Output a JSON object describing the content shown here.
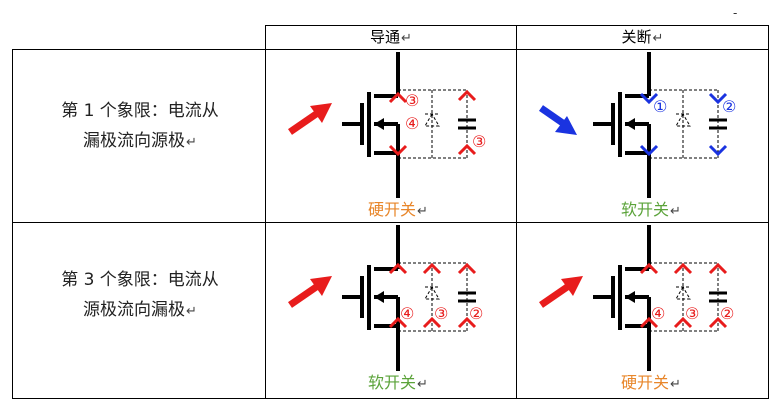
{
  "corner_mark": "-",
  "header": {
    "on": "导通",
    "off": "关断",
    "return_mark": "↵"
  },
  "rows": [
    {
      "label_line1": "第 1 个象限：电流从",
      "label_line2": "漏极流向源极",
      "on_caption": "硬开关",
      "off_caption": "软开关",
      "on_marks": [
        "③",
        "④",
        "③"
      ],
      "off_marks": [
        "①",
        "②"
      ]
    },
    {
      "label_line1": "第 3 个象限：电流从",
      "label_line2": "源极流向漏极",
      "on_caption": "软开关",
      "off_caption": "硬开关",
      "on_marks": [
        "④",
        "③",
        "②"
      ],
      "off_marks": [
        "④",
        "③",
        "②"
      ]
    }
  ],
  "colors": {
    "red": "#e81c1c",
    "blue": "#1a33e0",
    "orange": "#e8862a",
    "green": "#5ba33a",
    "black": "#000000"
  }
}
